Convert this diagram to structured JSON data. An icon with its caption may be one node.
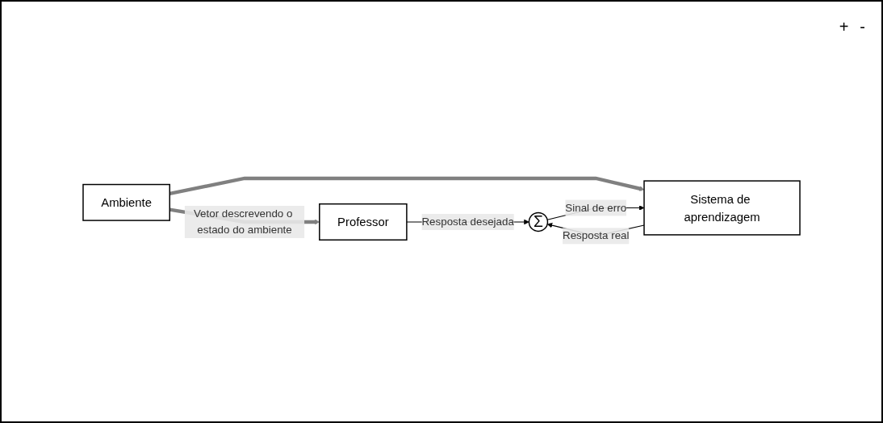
{
  "diagram": {
    "nodes": [
      {
        "text": [
          "Ambiente"
        ]
      },
      {
        "text": [
          "Professor"
        ]
      },
      {
        "text": [
          "Sistema de aprendizagem"
        ]
      },
      {
        "text": [
          "Σ"
        ]
      }
    ],
    "edges": [
      {
        "from": 0,
        "to": 1,
        "arrow": "to",
        "style": "thick",
        "color": "#808080",
        "label": "Vetor descrevendo o estado do ambiente"
      },
      {
        "from": 0,
        "to": 2,
        "arrow": "to",
        "style": "thick",
        "color": "#808080"
      },
      {
        "from": 1,
        "to": 3,
        "arrow": "to",
        "label": "Resposta desejada"
      },
      {
        "from": 2,
        "to": 3,
        "arrow": "to",
        "label": "Resposta real"
      },
      {
        "from": 3,
        "to": 2,
        "arrow": "to",
        "label": "Sinal de erro"
      }
    ],
    "labels": [
      "+",
      "-"
    ]
  }
}
